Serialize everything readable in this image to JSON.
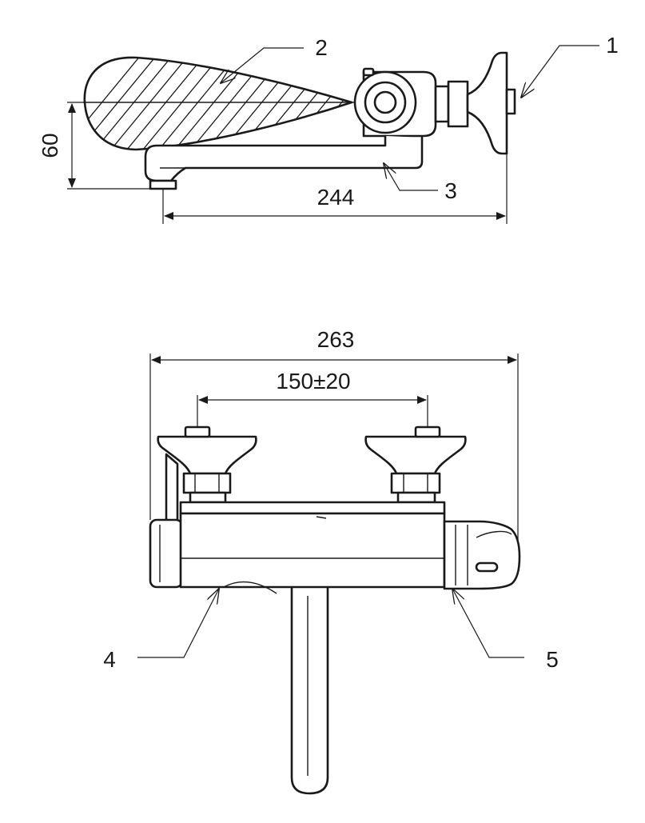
{
  "drawing": {
    "side_view": {
      "callouts": {
        "c1": "1",
        "c2": "2",
        "c3": "3"
      },
      "dimensions": {
        "height": "60",
        "length": "244"
      }
    },
    "front_view": {
      "callouts": {
        "c4": "4",
        "c5": "5"
      },
      "dimensions": {
        "width": "263",
        "spacing": "150±20"
      }
    }
  }
}
